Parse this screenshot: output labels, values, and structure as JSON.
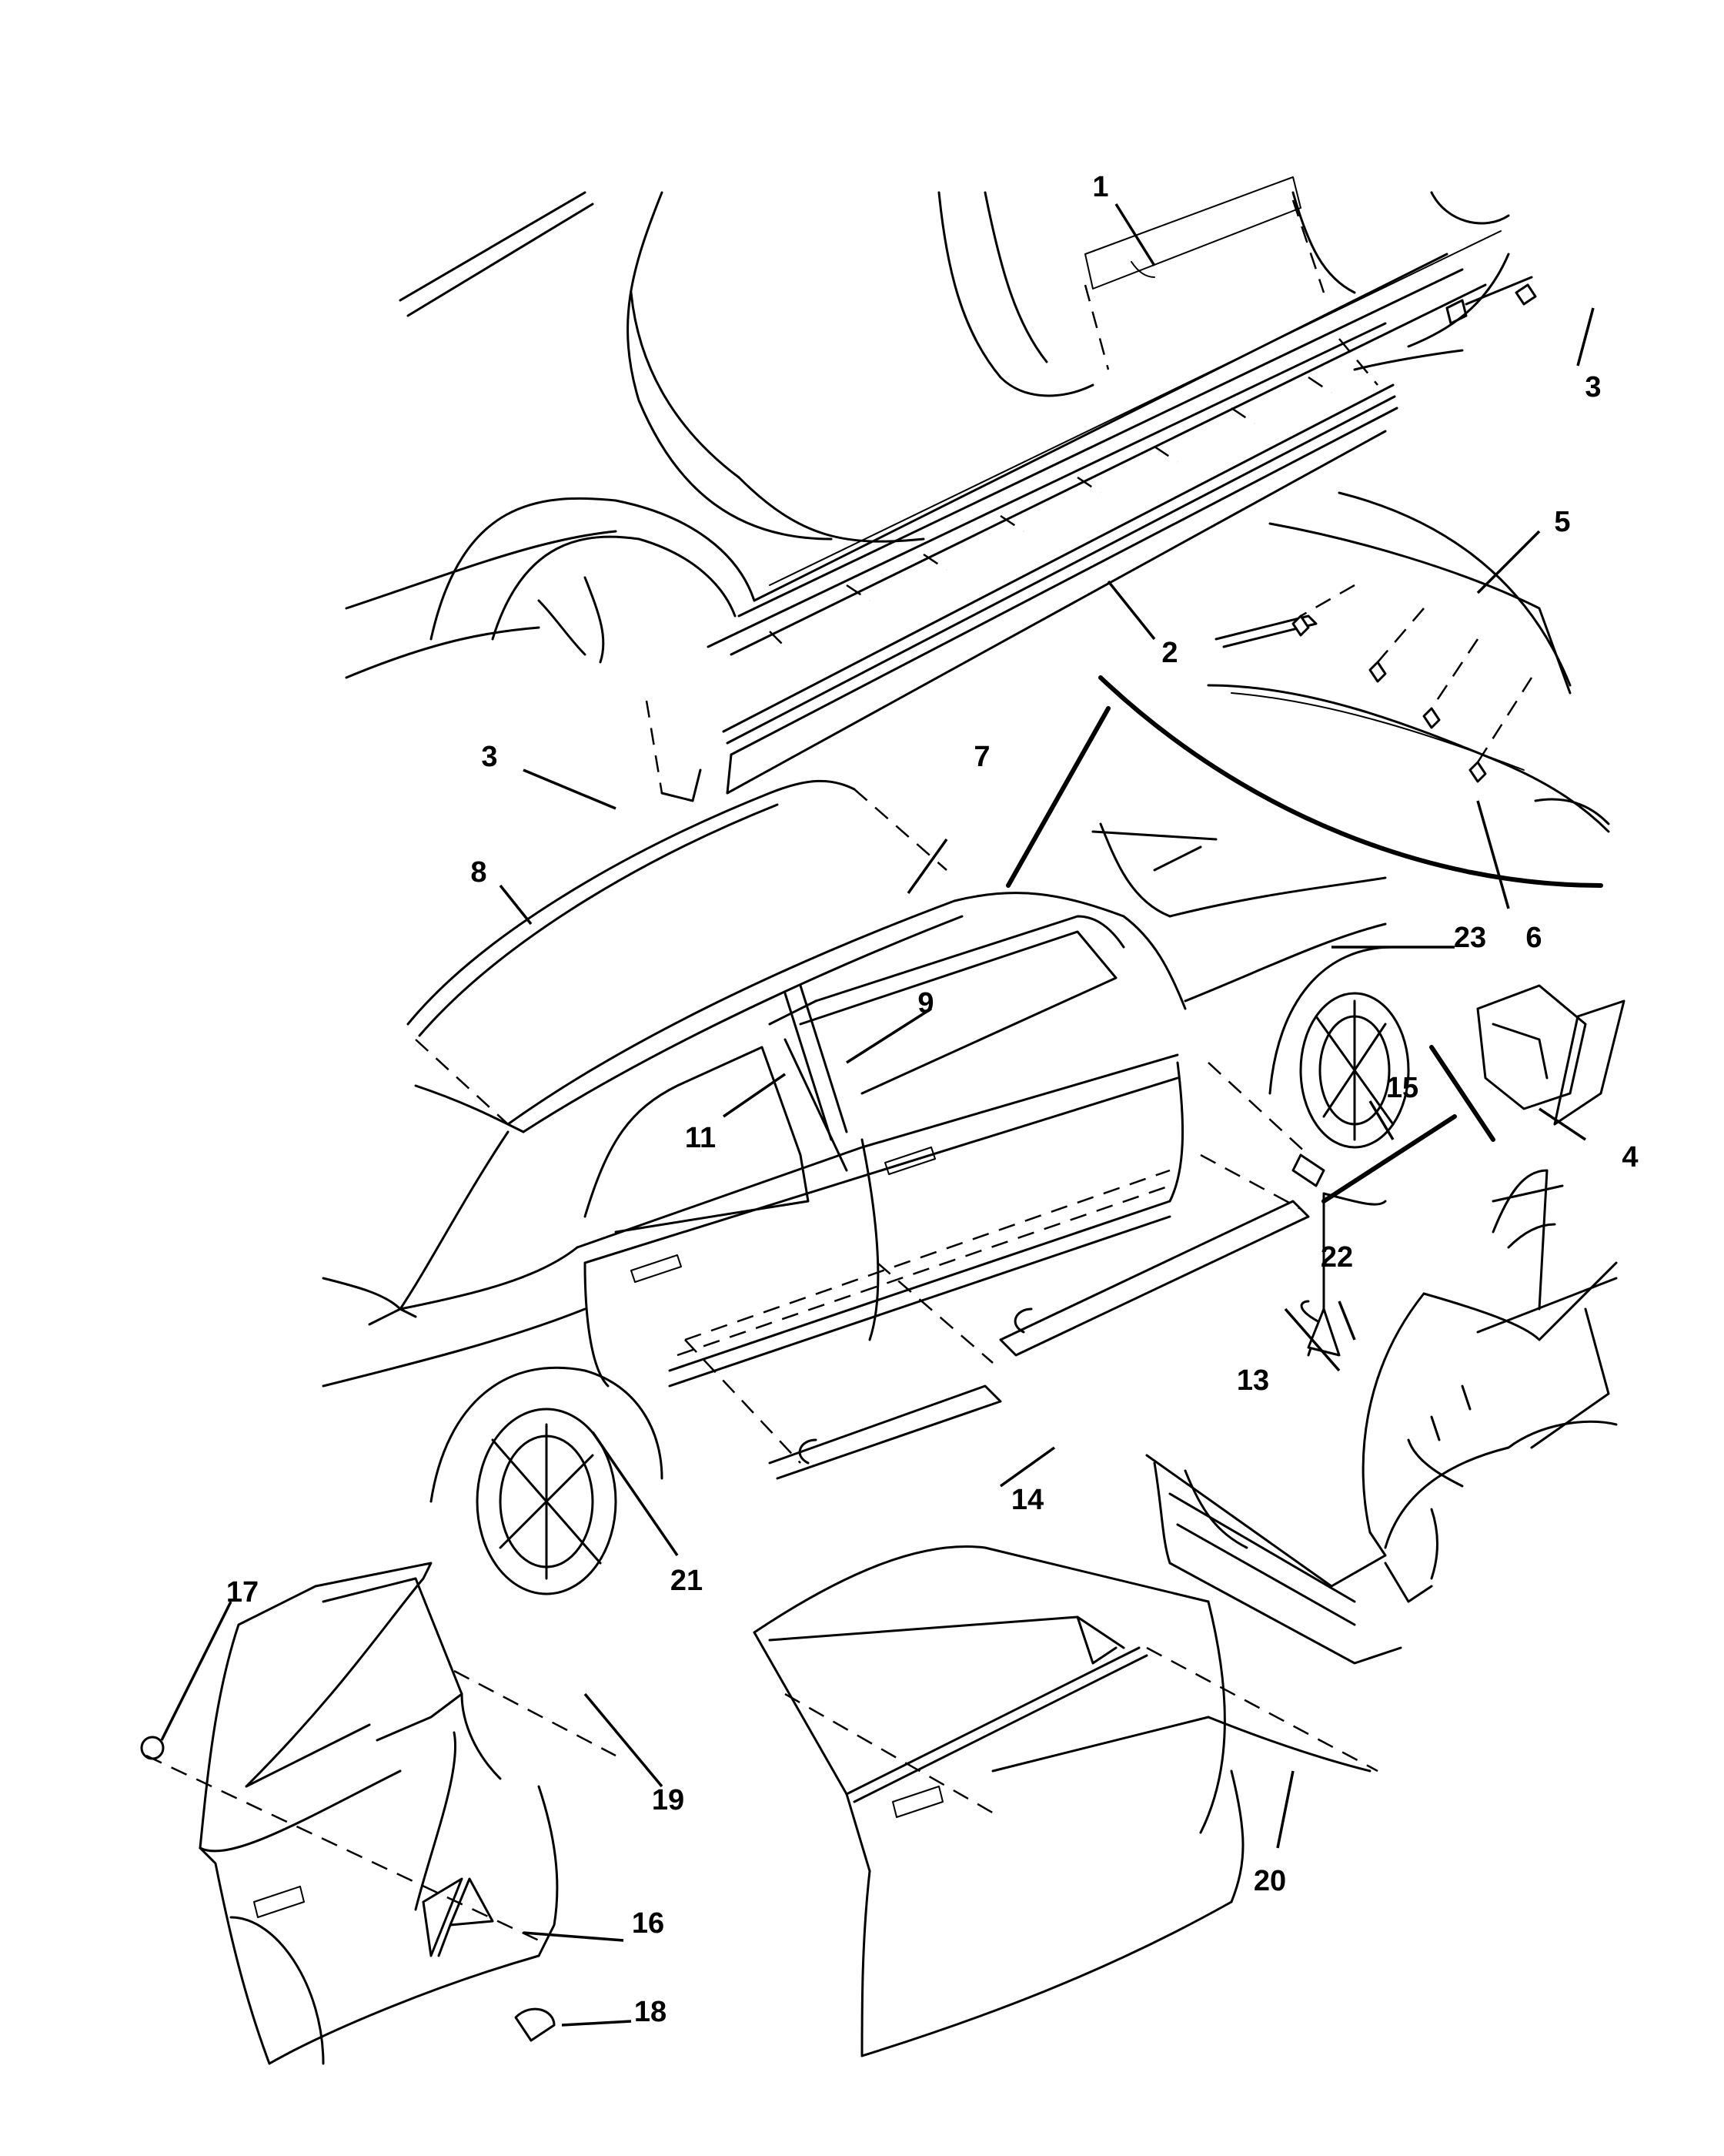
{
  "callouts": {
    "c1": "1",
    "c2": "2",
    "c3a": "3",
    "c3b": "3",
    "c4": "4",
    "c5": "5",
    "c6": "6",
    "c7": "7",
    "c8": "8",
    "c9": "9",
    "c11": "11",
    "c13": "13",
    "c14": "14",
    "c15": "15",
    "c16": "16",
    "c17": "17",
    "c18": "18",
    "c19": "19",
    "c20": "20",
    "c21": "21",
    "c22": "22",
    "c23": "23"
  }
}
